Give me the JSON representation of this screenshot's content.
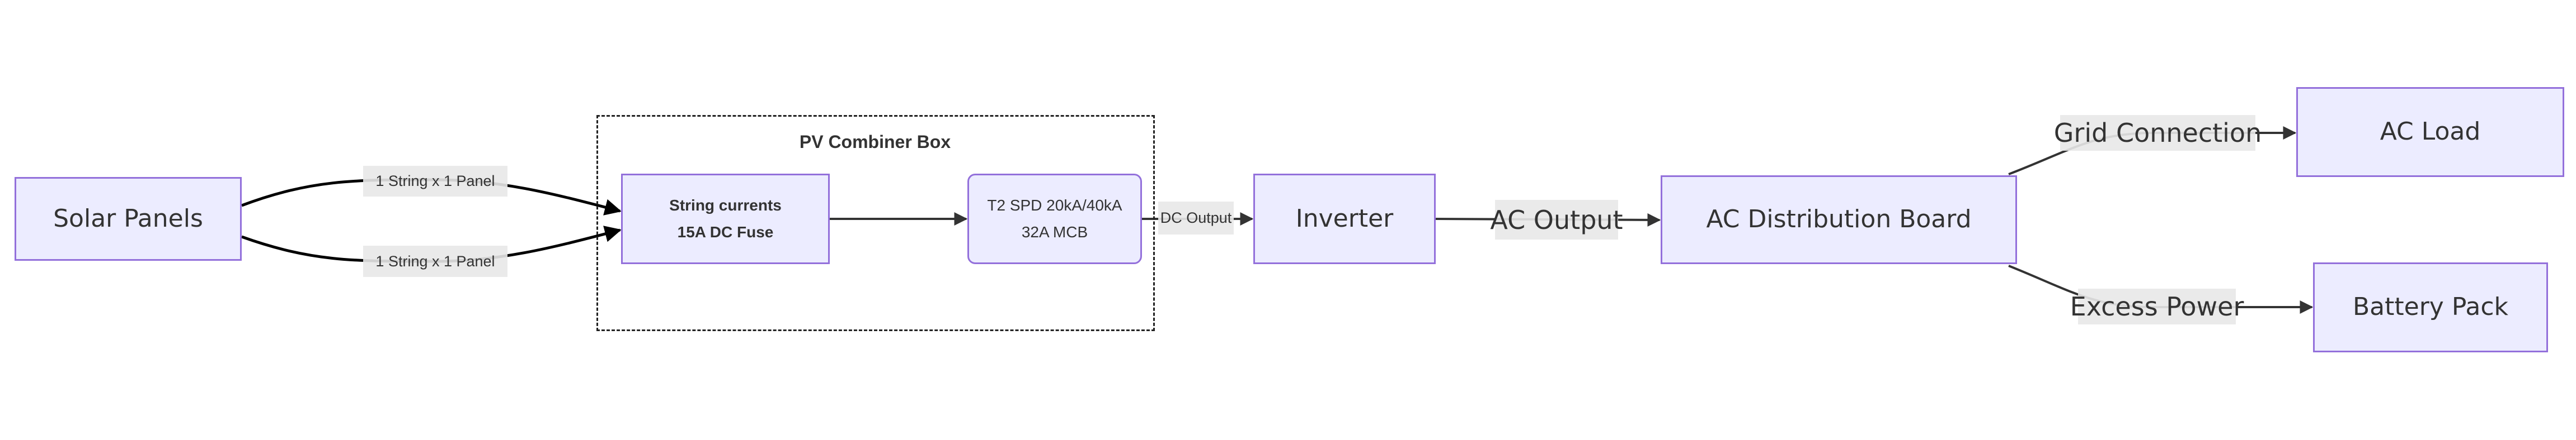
{
  "diagram": {
    "type": "flowchart",
    "colors": {
      "node_fill": "#ececff",
      "node_border": "#9370db",
      "edge": "#333333",
      "label_bg": "#e8e8e8",
      "cluster_border": "#222222"
    },
    "nodes": {
      "solar_panels": {
        "label": "Solar Panels"
      },
      "string_fuse": {
        "lines": [
          "String currents",
          "15A DC Fuse"
        ]
      },
      "spd_mcb": {
        "lines": [
          "T2 SPD 20kA/40kA",
          "32A MCB"
        ]
      },
      "inverter": {
        "label": "Inverter"
      },
      "ac_board": {
        "label": "AC Distribution Board"
      },
      "ac_load": {
        "label": "AC Load"
      },
      "battery": {
        "label": "Battery Pack"
      }
    },
    "cluster": {
      "title": "PV Combiner Box"
    },
    "edges": [
      {
        "from": "solar_panels",
        "to": "string_fuse",
        "label": "1 String x 1 Panel"
      },
      {
        "from": "solar_panels",
        "to": "string_fuse",
        "label": "1 String x 1 Panel"
      },
      {
        "from": "string_fuse",
        "to": "spd_mcb",
        "label": ""
      },
      {
        "from": "spd_mcb",
        "to": "inverter",
        "label": "DC Output"
      },
      {
        "from": "inverter",
        "to": "ac_board",
        "label": "AC Output"
      },
      {
        "from": "ac_board",
        "to": "ac_load",
        "label": "Grid Connection"
      },
      {
        "from": "ac_board",
        "to": "battery",
        "label": "Excess Power"
      }
    ]
  }
}
